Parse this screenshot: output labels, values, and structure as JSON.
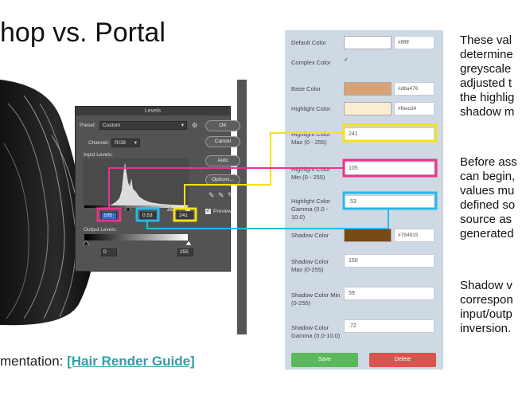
{
  "slide": {
    "title": "hop vs. Portal",
    "doc_prefix": "mentation: ",
    "doc_link": "[Hair Render Guide]"
  },
  "levels_dialog": {
    "title": "Levels",
    "preset_label": "Preset:",
    "preset_value": "Custom",
    "channel_label": "Channel:",
    "channel_value": "RGB",
    "input_levels_label": "Input Levels:",
    "input_black": "105",
    "input_gamma": "0.53",
    "input_white": "241",
    "output_levels_label": "Output Levels:",
    "output_black": "0",
    "output_white": "255",
    "buttons": {
      "ok": "OK",
      "cancel": "Cancel",
      "auto": "Auto",
      "options": "Options..."
    },
    "preview_label": "Preview"
  },
  "panel": {
    "default_color_label": "Default Color",
    "default_color_hex": "#ffffff",
    "default_color_swatch": "#ffffff",
    "complex_color_label": "Complex Color",
    "complex_color_check": "✓",
    "base_color_label": "Base Color",
    "base_color_hex": "#d8a476",
    "base_color_swatch": "#d8a476",
    "highlight_color_label": "Highlight Color",
    "highlight_color_hex": "#fbecd4",
    "highlight_color_swatch": "#fbecd4",
    "highlight_max_label": "Highlight Color Max (0 - 255)",
    "highlight_max_value": "241",
    "highlight_min_label": "Highlight Color Min (0 - 255)",
    "highlight_min_value": "105",
    "highlight_gamma_label": "Highlight Color Gamma (0.0 - 10.0)",
    "highlight_gamma_value": ".53",
    "shadow_color_label": "Shadow Color",
    "shadow_color_hex": "#784915",
    "shadow_color_swatch": "#784915",
    "shadow_max_label": "Shadow Color Max (0-255)",
    "shadow_max_value": "150",
    "shadow_min_label": "Shadow Color Min (0-255)",
    "shadow_min_value": "59",
    "shadow_gamma_label": "Shadow Color Gamma (0.0-10.0)",
    "shadow_gamma_value": ".72",
    "save_label": "Save",
    "delete_label": "Delete"
  },
  "description": {
    "lines": [
      "These val",
      "determine",
      "greyscale",
      "adjusted t",
      "the highlig",
      "shadow m",
      "",
      "Before ass",
      "can begin,",
      "values mu",
      "defined so",
      "source as",
      "generated",
      "",
      "Shadow v",
      "correspon",
      "input/outp",
      "inversion."
    ]
  },
  "colors": {
    "callout_yellow": "#f5e11a",
    "callout_pink": "#e8348c",
    "callout_blue": "#2ab7e8",
    "save_green": "#5cb85c",
    "delete_red": "#d9534f",
    "link_teal": "#2aa1a8"
  }
}
